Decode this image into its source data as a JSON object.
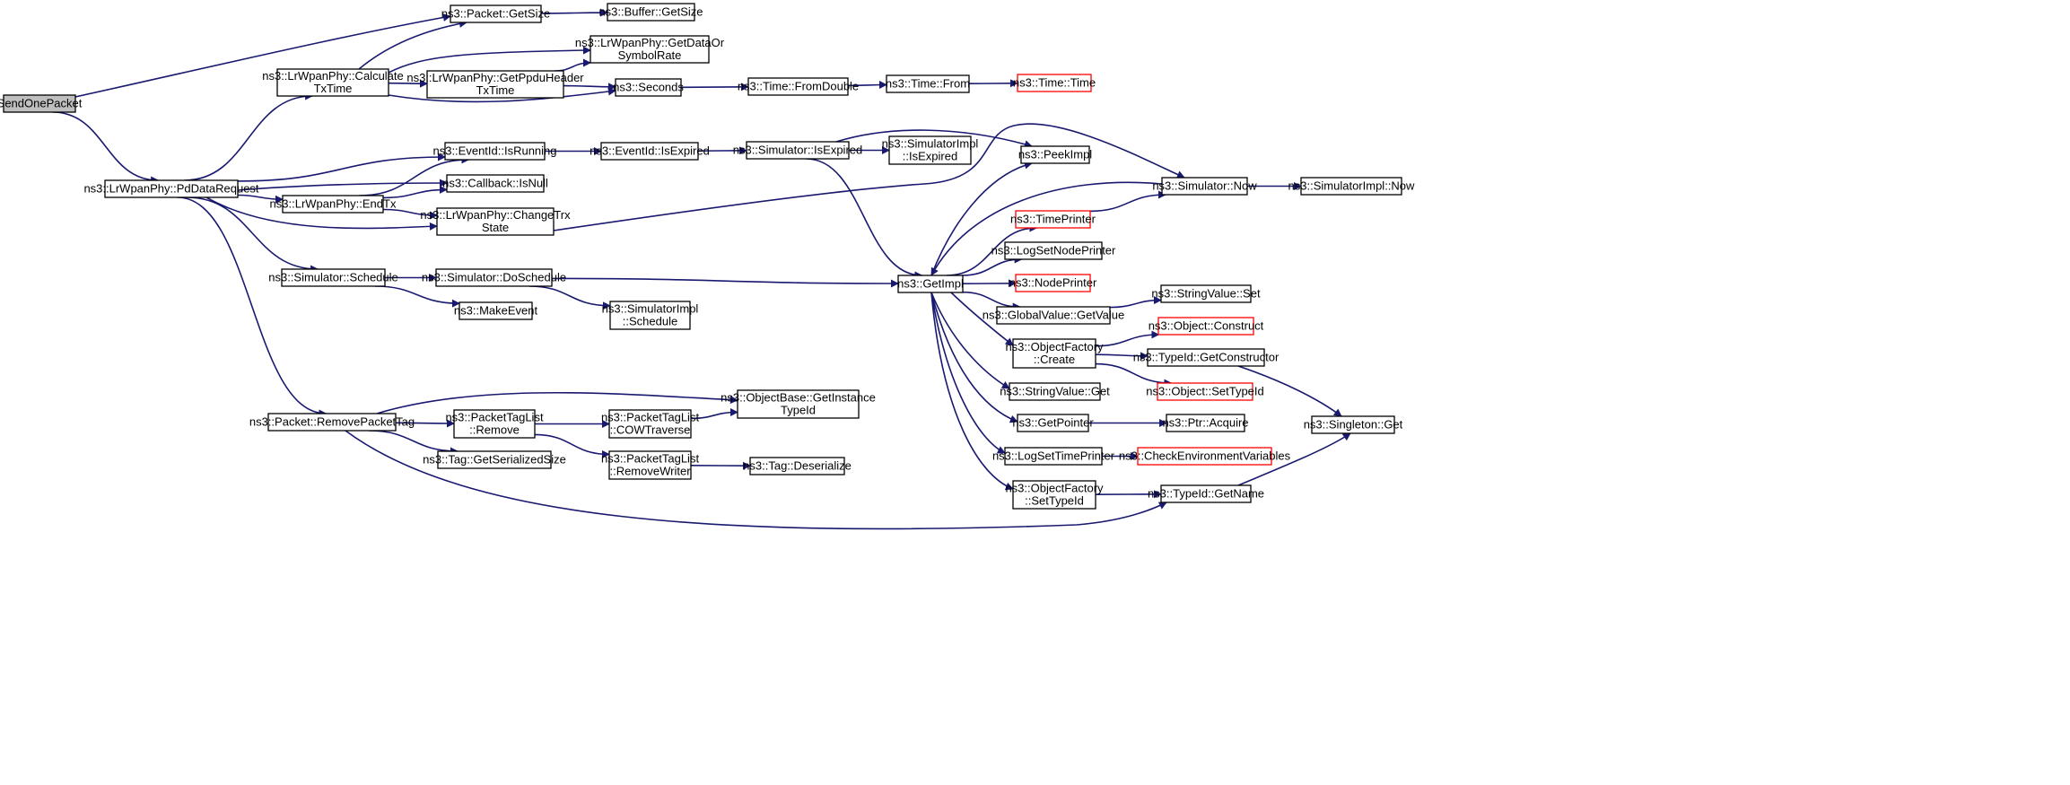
{
  "colors": {
    "edge": "#191970",
    "box_border": "#000000",
    "missing_border": "#ff0000",
    "root_fill": "#bfbfbf",
    "box_fill": "#ffffff"
  },
  "nodes": [
    {
      "id": "send_one_packet",
      "lines": [
        "SendOnePacket"
      ],
      "style": "root"
    },
    {
      "id": "packet_get_size",
      "lines": [
        "ns3::Packet::GetSize"
      ],
      "style": "normal"
    },
    {
      "id": "buffer_get_size",
      "lines": [
        "ns3::Buffer::GetSize"
      ],
      "style": "normal"
    },
    {
      "id": "calculate_tx_time",
      "lines": [
        "ns3::LrWpanPhy::Calculate",
        "TxTime"
      ],
      "style": "normal"
    },
    {
      "id": "get_data_or_symbol_rate",
      "lines": [
        "ns3::LrWpanPhy::GetDataOr",
        "SymbolRate"
      ],
      "style": "normal"
    },
    {
      "id": "get_ppdu_header_tx_time",
      "lines": [
        "ns3::LrWpanPhy::GetPpduHeader",
        "TxTime"
      ],
      "style": "normal"
    },
    {
      "id": "seconds",
      "lines": [
        "ns3::Seconds"
      ],
      "style": "normal"
    },
    {
      "id": "time_from_double",
      "lines": [
        "ns3::Time::FromDouble"
      ],
      "style": "normal"
    },
    {
      "id": "time_from",
      "lines": [
        "ns3::Time::From"
      ],
      "style": "normal"
    },
    {
      "id": "time_time",
      "lines": [
        "ns3::Time::Time"
      ],
      "style": "missing"
    },
    {
      "id": "pd_data_request",
      "lines": [
        "ns3::LrWpanPhy::PdDataRequest"
      ],
      "style": "normal"
    },
    {
      "id": "eventid_is_running",
      "lines": [
        "ns3::EventId::IsRunning"
      ],
      "style": "normal"
    },
    {
      "id": "eventid_is_expired",
      "lines": [
        "ns3::EventId::IsExpired"
      ],
      "style": "normal"
    },
    {
      "id": "simulator_is_expired",
      "lines": [
        "ns3::Simulator::IsExpired"
      ],
      "style": "normal"
    },
    {
      "id": "simulatorimpl_is_expired",
      "lines": [
        "ns3::SimulatorImpl",
        "::IsExpired"
      ],
      "style": "normal"
    },
    {
      "id": "callback_is_null",
      "lines": [
        "ns3::Callback::IsNull"
      ],
      "style": "normal"
    },
    {
      "id": "end_tx",
      "lines": [
        "ns3::LrWpanPhy::EndTx"
      ],
      "style": "normal"
    },
    {
      "id": "change_trx_state",
      "lines": [
        "ns3::LrWpanPhy::ChangeTrx",
        "State"
      ],
      "style": "normal"
    },
    {
      "id": "peek_impl",
      "lines": [
        "ns3::PeekImpl"
      ],
      "style": "normal"
    },
    {
      "id": "simulator_now",
      "lines": [
        "ns3::Simulator::Now"
      ],
      "style": "normal"
    },
    {
      "id": "simulatorimpl_now",
      "lines": [
        "ns3::SimulatorImpl::Now"
      ],
      "style": "normal"
    },
    {
      "id": "time_printer",
      "lines": [
        "ns3::TimePrinter"
      ],
      "style": "missing"
    },
    {
      "id": "log_set_node_printer",
      "lines": [
        "ns3::LogSetNodePrinter"
      ],
      "style": "normal"
    },
    {
      "id": "simulator_schedule",
      "lines": [
        "ns3::Simulator::Schedule"
      ],
      "style": "normal"
    },
    {
      "id": "simulator_do_schedule",
      "lines": [
        "ns3::Simulator::DoSchedule"
      ],
      "style": "normal"
    },
    {
      "id": "get_impl",
      "lines": [
        "ns3::GetImpl"
      ],
      "style": "normal"
    },
    {
      "id": "node_printer",
      "lines": [
        "ns3::NodePrinter"
      ],
      "style": "missing"
    },
    {
      "id": "string_value_set",
      "lines": [
        "ns3::StringValue::Set"
      ],
      "style": "normal"
    },
    {
      "id": "make_event",
      "lines": [
        "ns3::MakeEvent"
      ],
      "style": "normal"
    },
    {
      "id": "simulatorimpl_schedule",
      "lines": [
        "ns3::SimulatorImpl",
        "::Schedule"
      ],
      "style": "normal"
    },
    {
      "id": "global_value_get_value",
      "lines": [
        "ns3::GlobalValue::GetValue"
      ],
      "style": "normal"
    },
    {
      "id": "object_construct",
      "lines": [
        "ns3::Object::Construct"
      ],
      "style": "missing"
    },
    {
      "id": "object_factory_create",
      "lines": [
        "ns3::ObjectFactory",
        "::Create"
      ],
      "style": "normal"
    },
    {
      "id": "typeid_get_constructor",
      "lines": [
        "ns3::TypeId::GetConstructor"
      ],
      "style": "normal"
    },
    {
      "id": "object_set_type_id",
      "lines": [
        "ns3::Object::SetTypeId"
      ],
      "style": "missing"
    },
    {
      "id": "string_value_get",
      "lines": [
        "ns3::StringValue::Get"
      ],
      "style": "normal"
    },
    {
      "id": "object_base_get_instance_type_id",
      "lines": [
        "ns3::ObjectBase::GetInstance",
        "TypeId"
      ],
      "style": "normal"
    },
    {
      "id": "remove_packet_tag",
      "lines": [
        "ns3::Packet::RemovePacketTag"
      ],
      "style": "normal"
    },
    {
      "id": "packet_tag_list_remove",
      "lines": [
        "ns3::PacketTagList",
        "::Remove"
      ],
      "style": "normal"
    },
    {
      "id": "packet_tag_list_cow_traverse",
      "lines": [
        "ns3::PacketTagList",
        "::COWTraverse"
      ],
      "style": "normal"
    },
    {
      "id": "singleton_get",
      "lines": [
        "ns3::Singleton::Get"
      ],
      "style": "normal"
    },
    {
      "id": "get_pointer",
      "lines": [
        "ns3::GetPointer"
      ],
      "style": "normal"
    },
    {
      "id": "ptr_acquire",
      "lines": [
        "ns3::Ptr::Acquire"
      ],
      "style": "normal"
    },
    {
      "id": "tag_get_serialized_size",
      "lines": [
        "ns3::Tag::GetSerializedSize"
      ],
      "style": "normal"
    },
    {
      "id": "log_set_time_printer",
      "lines": [
        "ns3::LogSetTimePrinter"
      ],
      "style": "normal"
    },
    {
      "id": "check_environment_variables",
      "lines": [
        "ns3::CheckEnvironmentVariables"
      ],
      "style": "missing"
    },
    {
      "id": "packet_tag_list_remove_writer",
      "lines": [
        "ns3::PacketTagList",
        "::RemoveWriter"
      ],
      "style": "normal"
    },
    {
      "id": "tag_deserialize",
      "lines": [
        "ns3::Tag::Deserialize"
      ],
      "style": "normal"
    },
    {
      "id": "object_factory_set_type_id",
      "lines": [
        "ns3::ObjectFactory",
        "::SetTypeId"
      ],
      "style": "normal"
    },
    {
      "id": "typeid_get_name",
      "lines": [
        "ns3::TypeId::GetName"
      ],
      "style": "normal"
    }
  ],
  "edges": [
    [
      "send_one_packet",
      "packet_get_size"
    ],
    [
      "send_one_packet",
      "pd_data_request"
    ],
    [
      "packet_get_size",
      "buffer_get_size"
    ],
    [
      "calculate_tx_time",
      "packet_get_size"
    ],
    [
      "calculate_tx_time",
      "get_data_or_symbol_rate"
    ],
    [
      "calculate_tx_time",
      "get_ppdu_header_tx_time"
    ],
    [
      "calculate_tx_time",
      "seconds"
    ],
    [
      "get_ppdu_header_tx_time",
      "get_data_or_symbol_rate"
    ],
    [
      "get_ppdu_header_tx_time",
      "seconds"
    ],
    [
      "seconds",
      "time_from_double"
    ],
    [
      "time_from_double",
      "time_from"
    ],
    [
      "time_from",
      "time_time"
    ],
    [
      "pd_data_request",
      "calculate_tx_time"
    ],
    [
      "pd_data_request",
      "eventid_is_running"
    ],
    [
      "pd_data_request",
      "callback_is_null"
    ],
    [
      "pd_data_request",
      "end_tx"
    ],
    [
      "pd_data_request",
      "change_trx_state"
    ],
    [
      "pd_data_request",
      "simulator_schedule"
    ],
    [
      "pd_data_request",
      "remove_packet_tag"
    ],
    [
      "eventid_is_running",
      "eventid_is_expired"
    ],
    [
      "eventid_is_expired",
      "simulator_is_expired"
    ],
    [
      "simulator_is_expired",
      "simulatorimpl_is_expired"
    ],
    [
      "simulator_is_expired",
      "peek_impl"
    ],
    [
      "simulator_is_expired",
      "get_impl"
    ],
    [
      "end_tx",
      "eventid_is_running"
    ],
    [
      "end_tx",
      "callback_is_null"
    ],
    [
      "end_tx",
      "change_trx_state"
    ],
    [
      "change_trx_state",
      "simulator_now"
    ],
    [
      "simulator_now",
      "simulatorimpl_now"
    ],
    [
      "simulator_now",
      "get_impl"
    ],
    [
      "time_printer",
      "simulator_now"
    ],
    [
      "simulator_schedule",
      "simulator_do_schedule"
    ],
    [
      "simulator_schedule",
      "make_event"
    ],
    [
      "simulator_do_schedule",
      "get_impl"
    ],
    [
      "simulator_do_schedule",
      "simulatorimpl_schedule"
    ],
    [
      "get_impl",
      "peek_impl"
    ],
    [
      "get_impl",
      "time_printer"
    ],
    [
      "get_impl",
      "log_set_node_printer"
    ],
    [
      "get_impl",
      "node_printer"
    ],
    [
      "get_impl",
      "global_value_get_value"
    ],
    [
      "get_impl",
      "object_factory_create"
    ],
    [
      "get_impl",
      "string_value_get"
    ],
    [
      "get_impl",
      "get_pointer"
    ],
    [
      "get_impl",
      "log_set_time_printer"
    ],
    [
      "get_impl",
      "object_factory_set_type_id"
    ],
    [
      "global_value_get_value",
      "string_value_set"
    ],
    [
      "object_factory_create",
      "object_construct"
    ],
    [
      "object_factory_create",
      "typeid_get_constructor"
    ],
    [
      "object_factory_create",
      "object_set_type_id"
    ],
    [
      "typeid_get_constructor",
      "singleton_get"
    ],
    [
      "get_pointer",
      "ptr_acquire"
    ],
    [
      "log_set_time_printer",
      "check_environment_variables"
    ],
    [
      "object_factory_set_type_id",
      "typeid_get_name"
    ],
    [
      "typeid_get_name",
      "singleton_get"
    ],
    [
      "remove_packet_tag",
      "object_base_get_instance_type_id"
    ],
    [
      "remove_packet_tag",
      "packet_tag_list_remove"
    ],
    [
      "remove_packet_tag",
      "tag_get_serialized_size"
    ],
    [
      "remove_packet_tag",
      "typeid_get_name"
    ],
    [
      "packet_tag_list_remove",
      "packet_tag_list_cow_traverse"
    ],
    [
      "packet_tag_list_remove",
      "packet_tag_list_remove_writer"
    ],
    [
      "packet_tag_list_cow_traverse",
      "object_base_get_instance_type_id"
    ],
    [
      "packet_tag_list_remove_writer",
      "tag_deserialize"
    ]
  ]
}
